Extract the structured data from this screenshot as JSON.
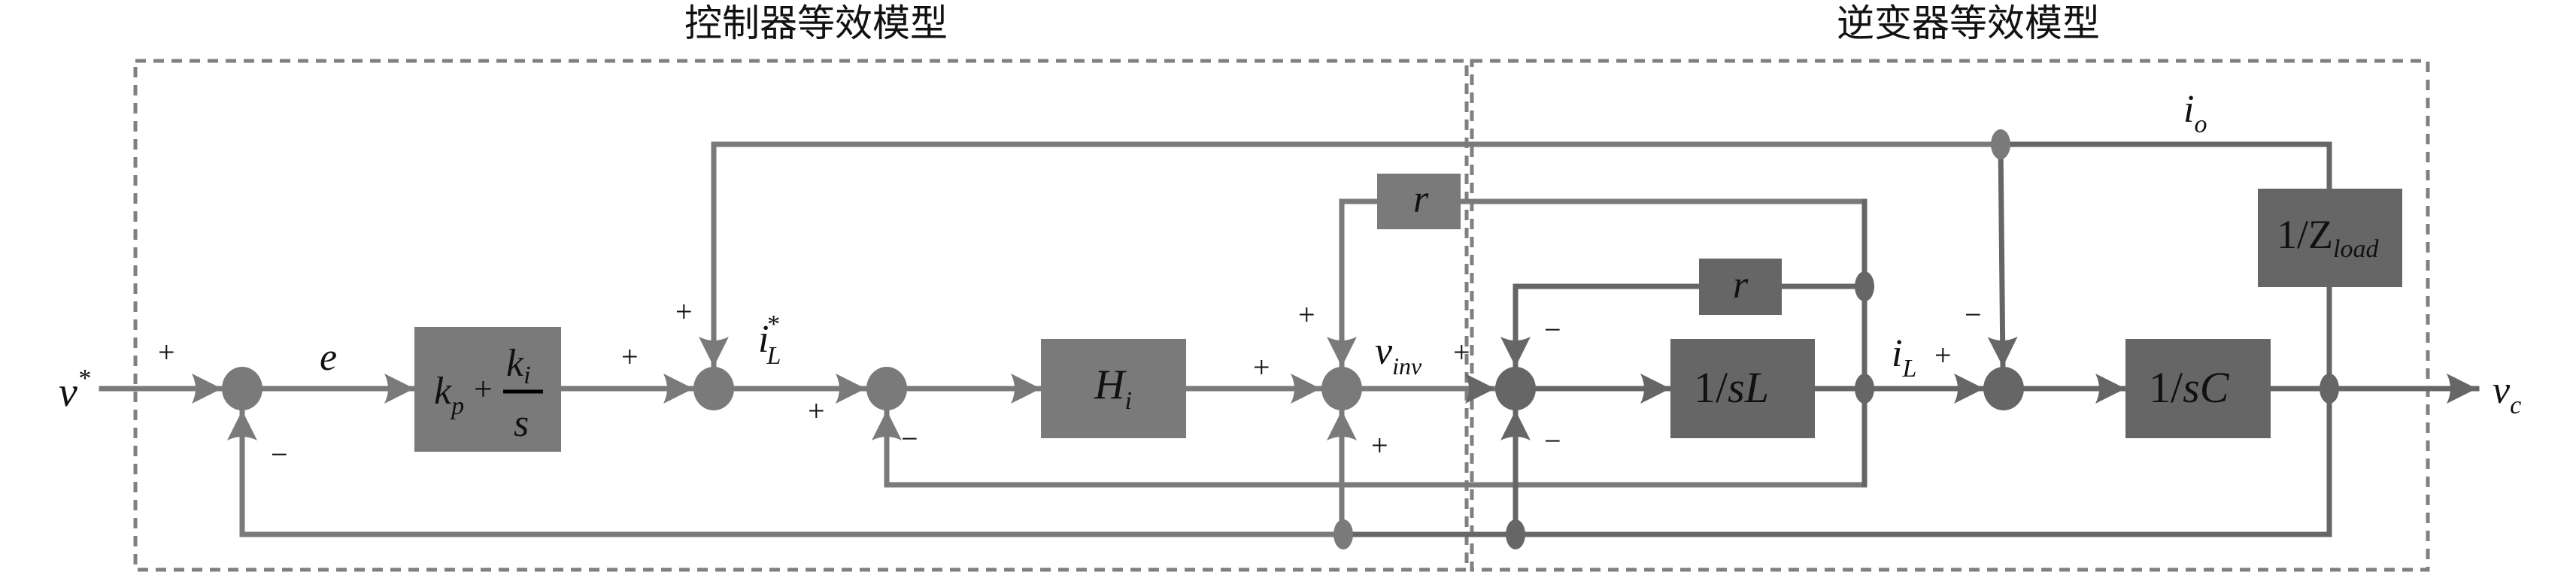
{
  "titles": {
    "controller": "控制器等效模型",
    "inverter": "逆变器等效模型"
  },
  "colors": {
    "controller": "#7a7a7a",
    "inverter": "#666666",
    "border": "#808080",
    "text": "#111111"
  },
  "signals": {
    "v_ref": {
      "base": "v",
      "sup": "*"
    },
    "error": {
      "base": "e"
    },
    "iL_ref": {
      "base": "i",
      "sub": "L",
      "sup": "*"
    },
    "v_inv": {
      "base": "v",
      "sub": "inv"
    },
    "iL": {
      "base": "i",
      "sub": "L"
    },
    "io": {
      "base": "i",
      "sub": "o"
    },
    "vc": {
      "base": "v",
      "sub": "c"
    }
  },
  "blocks": {
    "pi": {
      "kp": "k",
      "kp_sub": "p",
      "plus": "+",
      "ki": "k",
      "ki_sub": "i",
      "den": "s"
    },
    "hi": {
      "base": "H",
      "sub": "i"
    },
    "r_upper": {
      "base": "r"
    },
    "r_lower": {
      "base": "r"
    },
    "inductor": {
      "num": "1/",
      "var": "sL"
    },
    "capacitor": {
      "num": "1/",
      "var": "sC"
    },
    "load": {
      "num": "1/",
      "var": "Z",
      "sub": "load"
    }
  },
  "signs": {
    "sum1_in": "+",
    "sum1_fb": "−",
    "sum2_in": "+",
    "sum2_top": "+",
    "sum3_in": "+",
    "sum3_fb": "−",
    "sum4_in": "+",
    "sum4_top": "+",
    "sum4_bottom": "+",
    "sum5_in": "+",
    "sum5_top": "−",
    "sum5_bottom": "−",
    "sum6_in": "+",
    "sum6_top": "−"
  }
}
